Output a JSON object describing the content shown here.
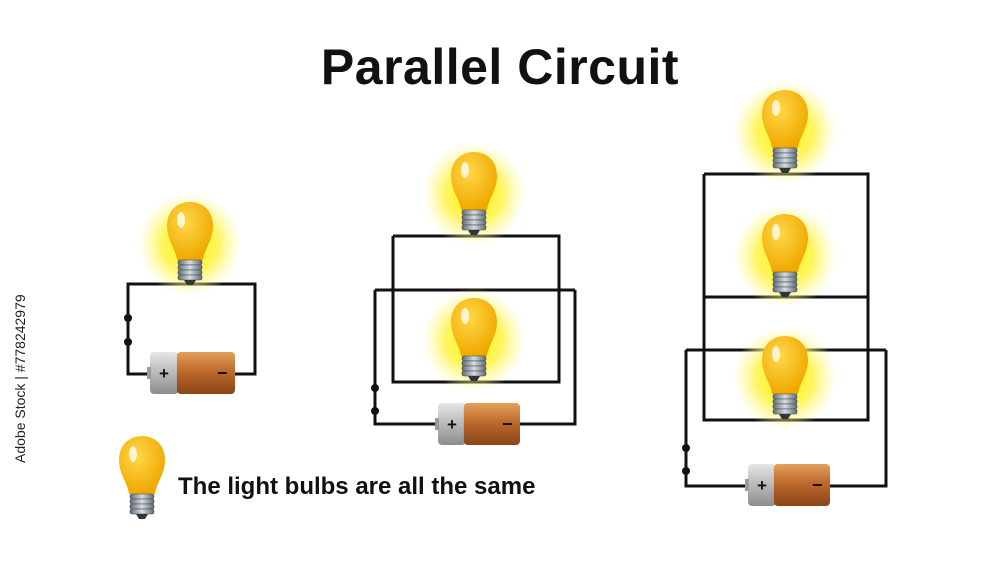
{
  "title": "Parallel Circuit",
  "legend": {
    "text": "The light bulbs are all the same"
  },
  "battery": {
    "positive_symbol": "+",
    "negative_symbol": "−"
  },
  "watermark": "Adobe Stock | #778242979",
  "colors": {
    "wire": "#111111",
    "bulb_glass": "#f5b800",
    "bulb_glow": "#fff45a",
    "battery_copper": "#b8652a",
    "battery_silver": "#c8c8c8"
  },
  "circuits": [
    {
      "name": "one-bulb",
      "bulb_count": 1
    },
    {
      "name": "two-bulbs",
      "bulb_count": 2
    },
    {
      "name": "three-bulbs",
      "bulb_count": 3
    }
  ]
}
